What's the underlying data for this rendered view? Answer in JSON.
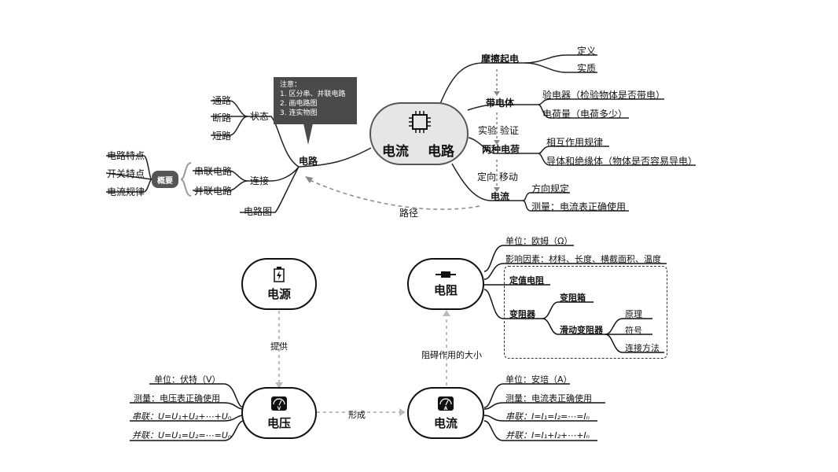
{
  "top_map": {
    "center": {
      "left": "电流",
      "right": "电路"
    },
    "tooltip": {
      "title": "注意：",
      "lines": [
        "1. 区分串、并联电路",
        "2. 画电路图",
        "3. 连实物图"
      ]
    },
    "left": {
      "root": "电路",
      "state": {
        "label": "状态",
        "items": [
          "通路",
          "断路",
          "短路"
        ]
      },
      "connect": {
        "label": "连接",
        "items": [
          "串联电路",
          "并联电路"
        ]
      },
      "diagram": "电路图",
      "overview": {
        "label": "概要",
        "items": [
          "电路特点",
          "开关特点",
          "电流规律"
        ]
      }
    },
    "right": {
      "friction": {
        "label": "摩擦起电",
        "items": [
          "定义",
          "实质"
        ]
      },
      "charged": {
        "label": "带电体",
        "items": [
          "验电器（检验物体是否带电）",
          "电荷量（电荷多少）"
        ]
      },
      "verify": "实验 验证",
      "two_charges": {
        "label": "两种电荷",
        "items": [
          "相互作用规律",
          "导体和绝缘体（物体是否容易导电）"
        ]
      },
      "directed": "定向 移动",
      "current": {
        "label": "电流",
        "items": [
          "方向规定",
          "测量：电流表正确使用"
        ]
      },
      "path": "路径"
    }
  },
  "bottom_map": {
    "source": {
      "label": "电源",
      "icon": "battery-icon"
    },
    "voltage": {
      "label": "电压",
      "icon": "voltmeter-icon",
      "items": [
        "单位：伏特（V）",
        "测量：电压表正确使用",
        "串联：U=U₁+U₂+⋯+Uₙ",
        "并联：U=U₁=U₂=⋯=Uₙ"
      ]
    },
    "resistance": {
      "label": "电阻",
      "icon": "resistor-icon",
      "items": [
        "单位：欧姆（Ω）",
        "影响因素：材料、长度、横截面积、温度"
      ],
      "fixed": "定值电阻",
      "variable": {
        "label": "变阻器",
        "box": "变阻箱",
        "slide": {
          "label": "滑动变阻器",
          "items": [
            "原理",
            "符号",
            "连接方法"
          ]
        }
      }
    },
    "current": {
      "label": "电流",
      "icon": "ammeter-icon",
      "items": [
        "单位：安培（A）",
        "测量：电流表正确使用",
        "串联：I=I₁=I₂=⋯=Iₙ",
        "并联：I=I₁+I₂+⋯+Iₙ"
      ]
    },
    "edges": {
      "provide": "提供",
      "form": "形成",
      "hinder": "阻碍作用的大小"
    }
  }
}
